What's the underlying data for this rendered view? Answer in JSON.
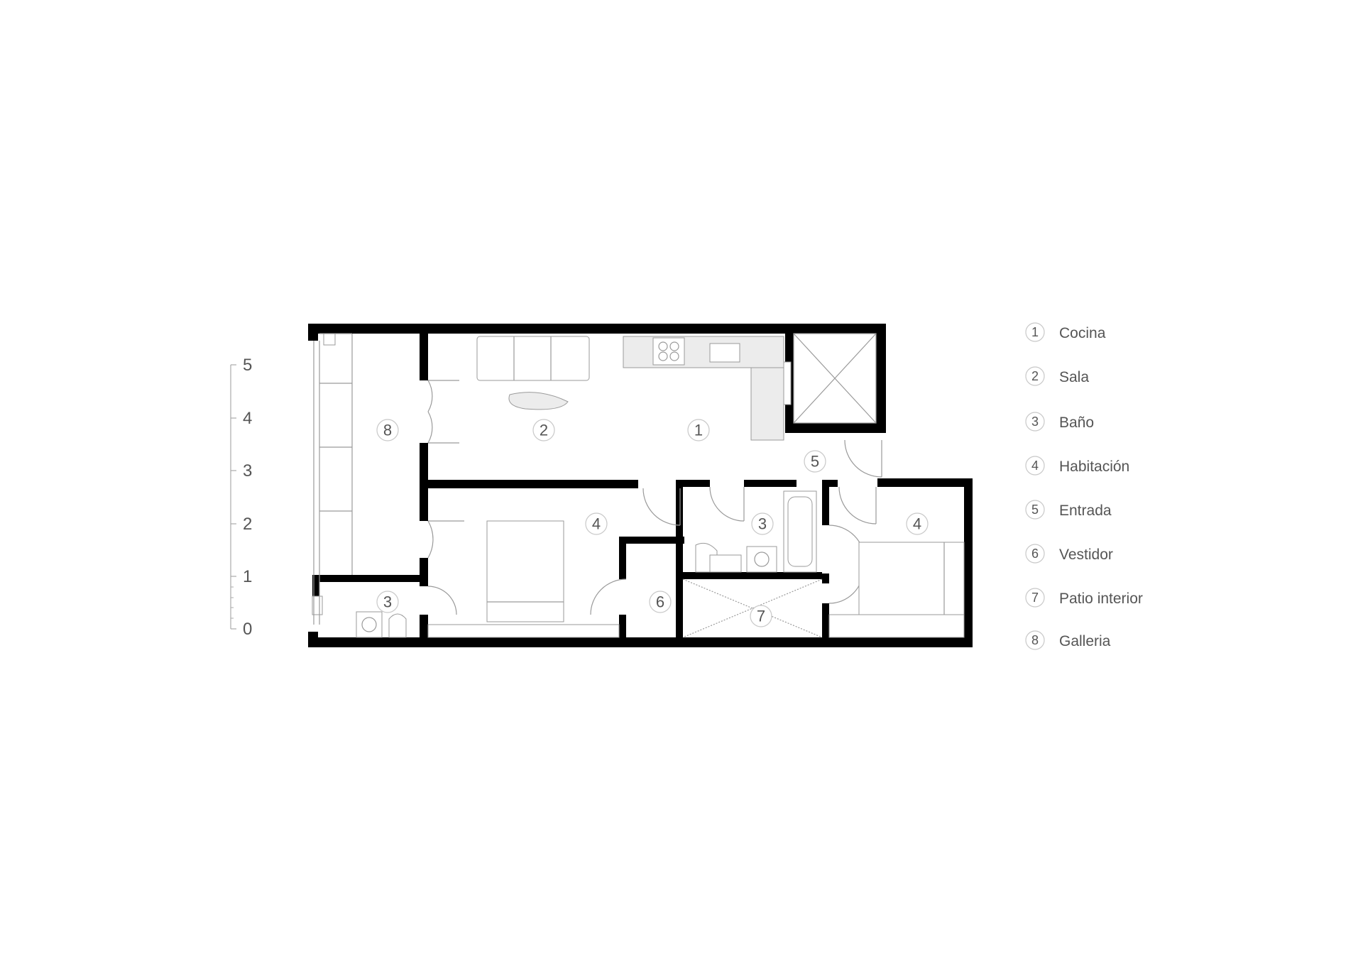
{
  "scale": {
    "ticks": [
      "5",
      "4",
      "3",
      "2",
      "1",
      "0"
    ]
  },
  "room_markers": [
    "8",
    "2",
    "1",
    "5",
    "4",
    "3",
    "4",
    "3",
    "6",
    "7"
  ],
  "legend": [
    {
      "num": "1",
      "label": "Cocina"
    },
    {
      "num": "2",
      "label": "Sala"
    },
    {
      "num": "3",
      "label": "Baño"
    },
    {
      "num": "4",
      "label": "Habitación"
    },
    {
      "num": "5",
      "label": "Entrada"
    },
    {
      "num": "6",
      "label": "Vestidor"
    },
    {
      "num": "7",
      "label": "Patio interior"
    },
    {
      "num": "8",
      "label": "Galleria"
    }
  ]
}
